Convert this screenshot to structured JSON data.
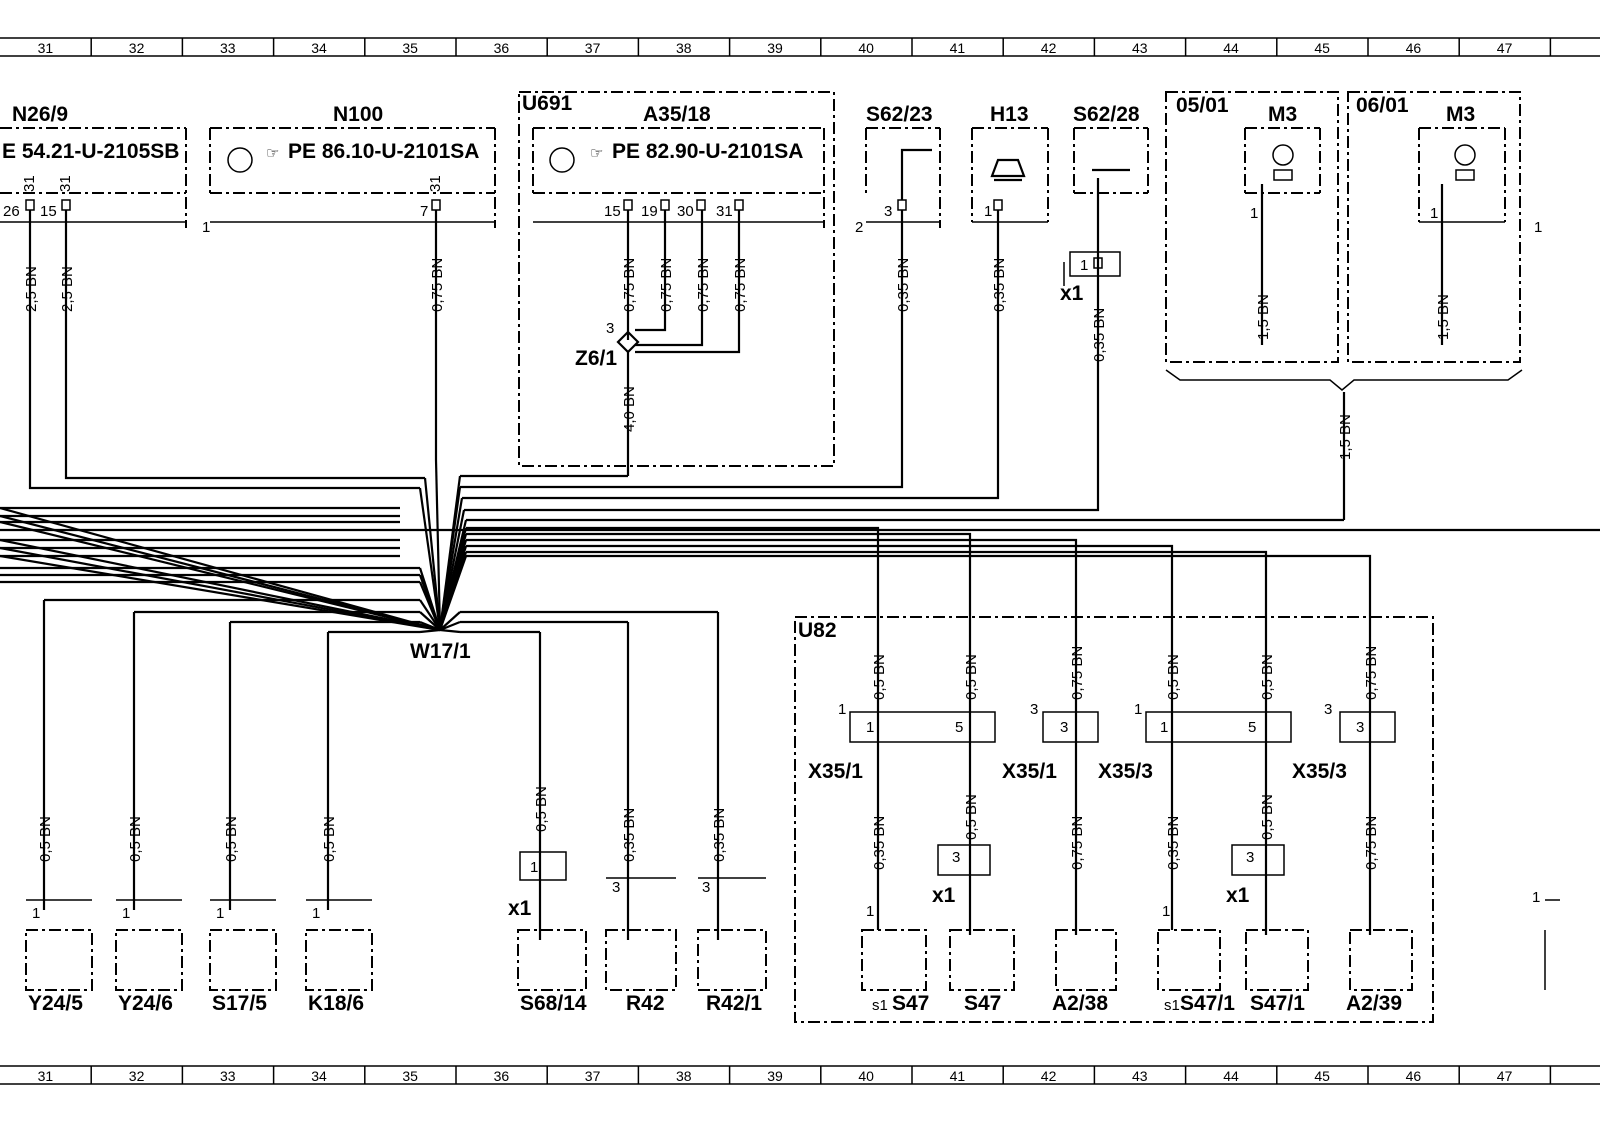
{
  "ruler": {
    "top": [
      "31",
      "32",
      "33",
      "34",
      "35",
      "36",
      "37",
      "38",
      "39",
      "40",
      "41",
      "42",
      "43",
      "44",
      "45",
      "46",
      "47"
    ],
    "bottom": [
      "31",
      "32",
      "33",
      "34",
      "35",
      "36",
      "37",
      "38",
      "39",
      "40",
      "41",
      "42",
      "43",
      "44",
      "45",
      "46",
      "47"
    ]
  },
  "components_top": {
    "n26_9": {
      "id": "N26/9",
      "ref": "E 54.21-U-2105SB",
      "pins": [
        "26",
        "15"
      ],
      "pin_tag": "31"
    },
    "n100": {
      "id": "N100",
      "ref": "PE 86.10-U-2101SA",
      "pins": [
        "7"
      ],
      "pin_tag": "31",
      "side": "1"
    },
    "u691": {
      "id": "U691"
    },
    "a35_18": {
      "id": "A35/18",
      "ref": "PE 82.90-U-2101SA",
      "pins": [
        "15",
        "19",
        "30",
        "31"
      ]
    },
    "s62_23": {
      "id": "S62/23",
      "pin": "3",
      "side": "2"
    },
    "h13": {
      "id": "H13",
      "pin": "1"
    },
    "s62_28": {
      "id": "S62/28",
      "pin": "1",
      "x": "x1"
    },
    "m3a": {
      "id": "M3",
      "ref": "05/01",
      "pin": "1"
    },
    "m3b": {
      "id": "M3",
      "ref": "06/01",
      "pin": "1"
    },
    "z6_1": {
      "id": "Z6/1",
      "pin": "3"
    }
  },
  "wires_top": [
    {
      "label": "2,5 BN"
    },
    {
      "label": "2,5 BN"
    },
    {
      "label": "0,75 BN"
    },
    {
      "label": "0,75 BN"
    },
    {
      "label": "0,75 BN"
    },
    {
      "label": "0,75 BN"
    },
    {
      "label": "0,75 BN"
    },
    {
      "label": "4,0 BN"
    },
    {
      "label": "0,35 BN"
    },
    {
      "label": "0,35 BN"
    },
    {
      "label": "0,35 BN"
    },
    {
      "label": "1,5 BN"
    },
    {
      "label": "1,5 BN"
    },
    {
      "label": "1,5 BN"
    }
  ],
  "splice": {
    "id": "W17/1"
  },
  "u82": {
    "id": "U82"
  },
  "wires_bottom_upper": [
    {
      "label": "0,5 BN"
    },
    {
      "label": "0,5 BN"
    },
    {
      "label": "0,75 BN"
    },
    {
      "label": "0,5 BN"
    },
    {
      "label": "0,5 BN"
    },
    {
      "label": "0,75 BN"
    }
  ],
  "connectors": [
    {
      "id": "X35/1",
      "pins": [
        "1",
        "5"
      ],
      "corner": "1"
    },
    {
      "id": "X35/1",
      "pins": [
        "3"
      ],
      "corner": "3"
    },
    {
      "id": "X35/3",
      "pins": [
        "1",
        "5"
      ],
      "corner": "1"
    },
    {
      "id": "X35/3",
      "pins": [
        "3"
      ],
      "corner": "3"
    }
  ],
  "wires_bottom_lower": [
    {
      "label": "0,35 BN"
    },
    {
      "label": "0,5 BN"
    },
    {
      "label": "0,75 BN"
    },
    {
      "label": "0,35 BN"
    },
    {
      "label": "0,5 BN"
    },
    {
      "label": "0,75 BN"
    }
  ],
  "x1_label": "x1",
  "left_wires": [
    {
      "label": "0,5 BN"
    },
    {
      "label": "0,5 BN"
    },
    {
      "label": "0,5 BN"
    },
    {
      "label": "0,5 BN"
    },
    {
      "label": "0,5 BN"
    },
    {
      "label": "0,35 BN"
    },
    {
      "label": "0,35 BN"
    }
  ],
  "components_bottom": [
    {
      "id": "Y24/5",
      "pin": "1"
    },
    {
      "id": "Y24/6",
      "pin": "1"
    },
    {
      "id": "S17/5",
      "pin": "1"
    },
    {
      "id": "K18/6",
      "pin": "1"
    },
    {
      "id": "S68/14",
      "pin": "1"
    },
    {
      "id": "R42",
      "pin": "3"
    },
    {
      "id": "R42/1",
      "pin": "3"
    },
    {
      "id": "S47",
      "prefix": "s1",
      "pin": "1"
    },
    {
      "id": "S47"
    },
    {
      "id": "A2/38"
    },
    {
      "id": "S47/1",
      "prefix": "s1",
      "pin": "1"
    },
    {
      "id": "S47/1"
    },
    {
      "id": "A2/39"
    }
  ],
  "misc_pins": {
    "right_edge": "1",
    "pin3": "3"
  }
}
